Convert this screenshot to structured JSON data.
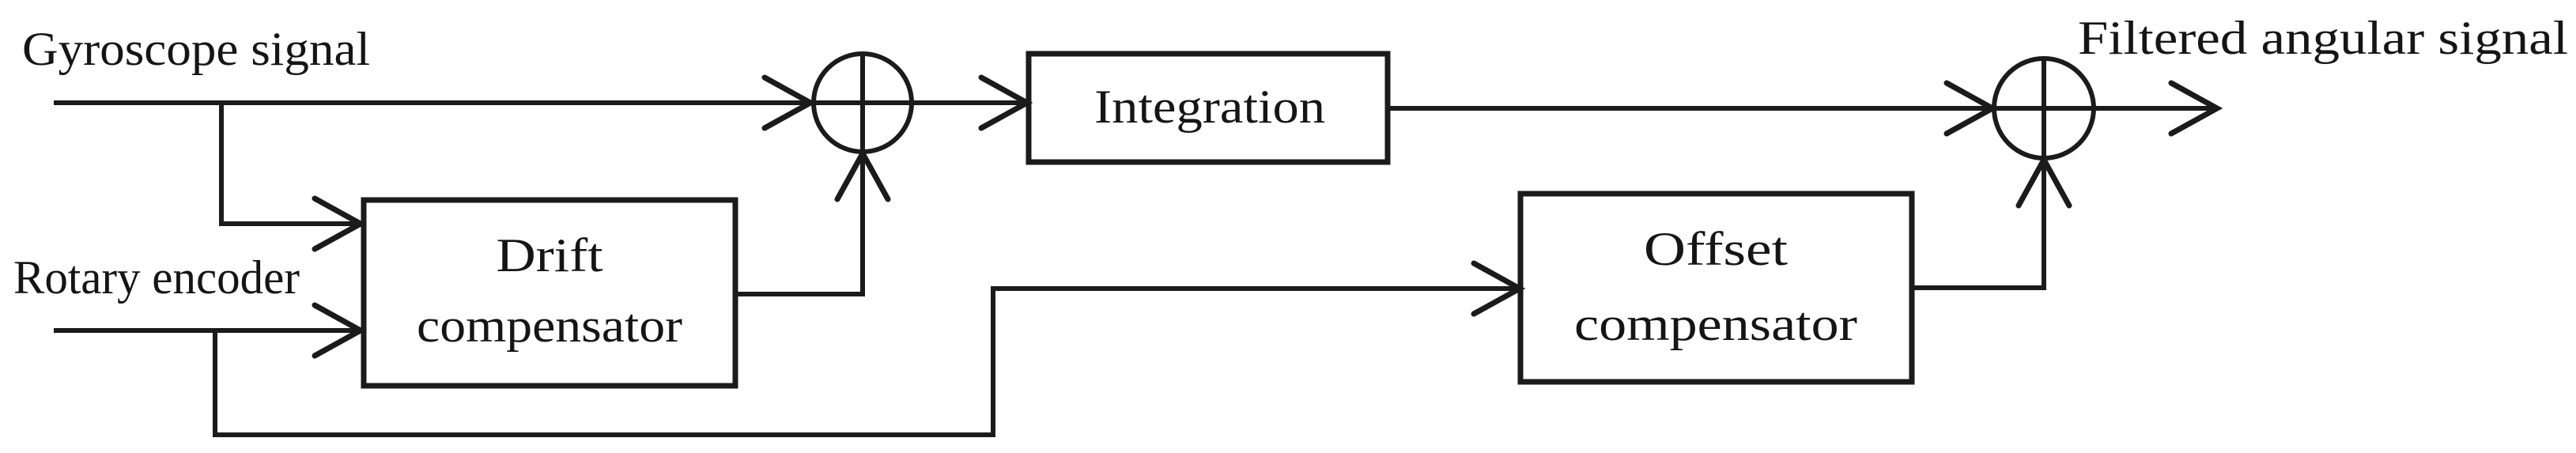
{
  "canvas": {
    "width": "3258",
    "height": "573",
    "background": "#ffffff"
  },
  "colors": {
    "line": "#1b1b1b",
    "text": "#151515"
  },
  "signals": {
    "gyroscope_label": "Gyroscope signal",
    "rotary_label": "Rotary encoder",
    "filtered_label": "Filtered angular signal"
  },
  "blocks": {
    "drift": {
      "line1": "Drift",
      "line2": "compensator"
    },
    "integration": {
      "label": "Integration"
    },
    "offset": {
      "line1": "Offset",
      "line2": "compensator"
    }
  },
  "icons": {
    "summing_junction_1": "circle-plus",
    "summing_junction_2": "circle-plus"
  }
}
